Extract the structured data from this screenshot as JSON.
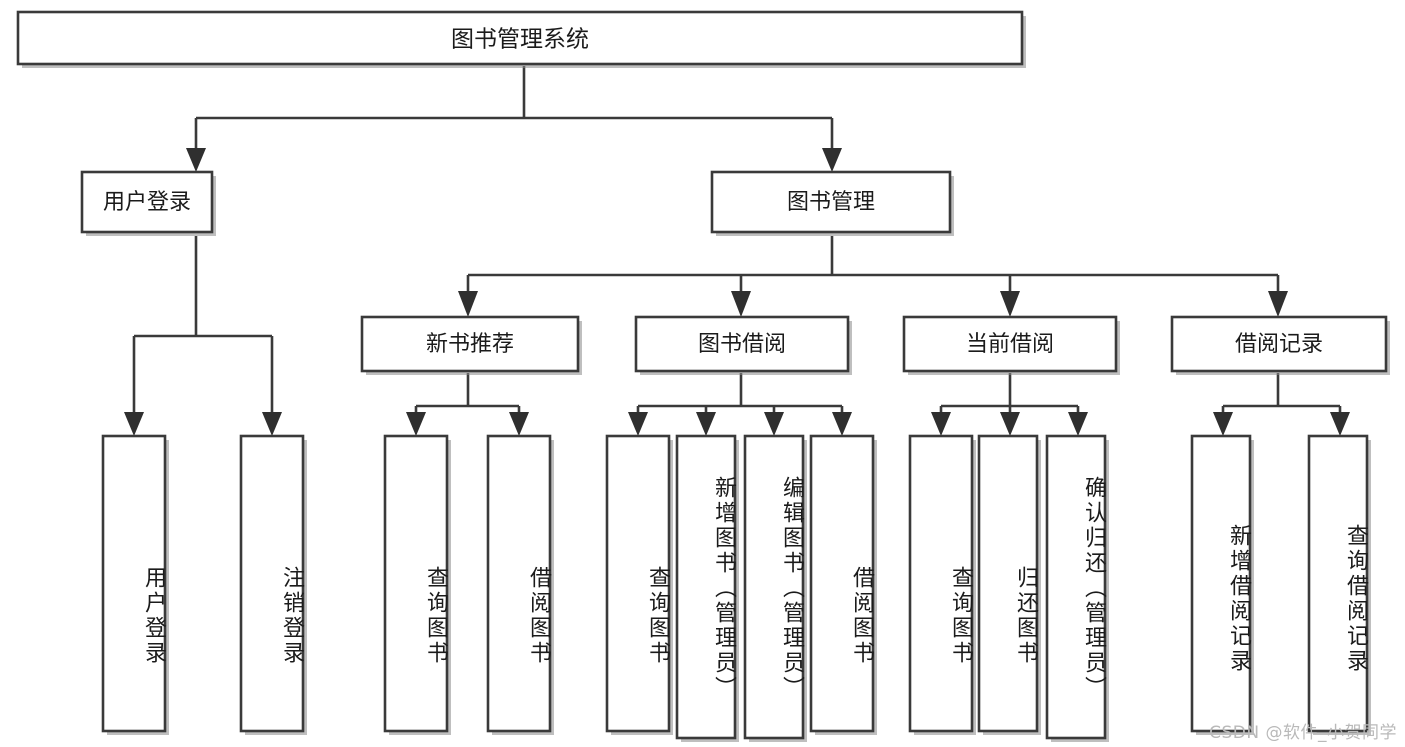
{
  "diagram": {
    "title": "图书管理系统",
    "type": "tree",
    "colors": {
      "box_stroke": "#3a3a3a",
      "box_fill": "#ffffff",
      "connector": "#3a3a3a",
      "text": "#1b1b1b",
      "watermark": "#b9b9b9",
      "background": "#ffffff"
    },
    "root": {
      "label": "图书管理系统"
    },
    "level2": [
      {
        "label": "用户登录"
      },
      {
        "label": "图书管理"
      }
    ],
    "level3": [
      {
        "label": "新书推荐"
      },
      {
        "label": "图书借阅"
      },
      {
        "label": "当前借阅"
      },
      {
        "label": "借阅记录"
      }
    ],
    "leaves": {
      "user_login": [
        {
          "label": "用户登录"
        },
        {
          "label": "注销登录"
        }
      ],
      "new_book_recommend": [
        {
          "label": "查询图书"
        },
        {
          "label": "借阅图书"
        }
      ],
      "book_borrow": [
        {
          "label": "查询图书"
        },
        {
          "label": "新增图书（管理员）"
        },
        {
          "label": "编辑图书（管理员）"
        },
        {
          "label": "借阅图书"
        }
      ],
      "current_borrow": [
        {
          "label": "查询图书"
        },
        {
          "label": "归还图书"
        },
        {
          "label": "确认归还（管理员）"
        }
      ],
      "borrow_record": [
        {
          "label": "新增借阅记录"
        },
        {
          "label": "查询借阅记录"
        }
      ]
    },
    "watermark": "CSDN @软件_小贺同学"
  }
}
